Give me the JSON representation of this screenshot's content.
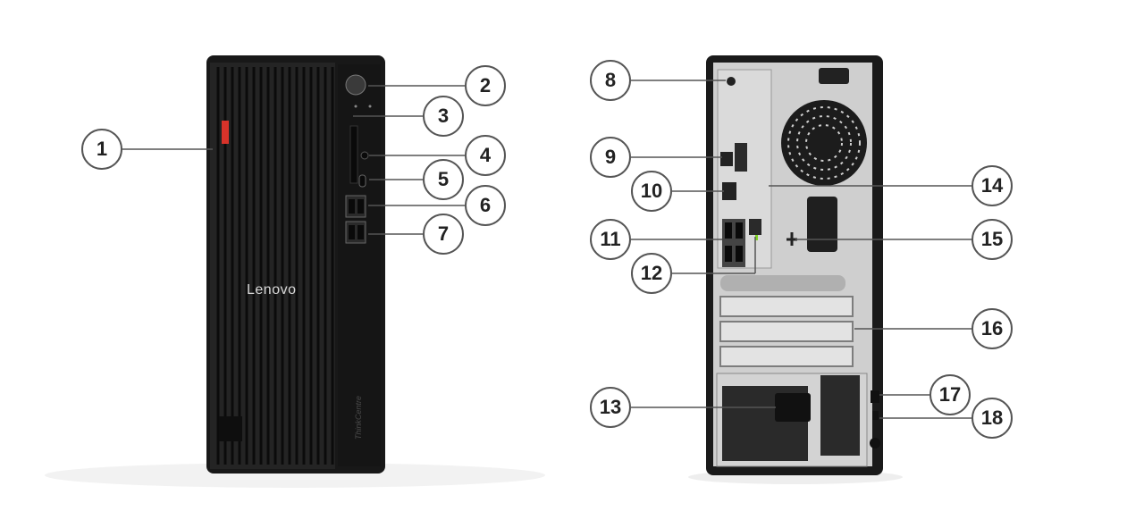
{
  "product": {
    "brand_logo": "Lenovo",
    "series_logo": "ThinkCentre"
  },
  "callouts": [
    "1",
    "2",
    "3",
    "4",
    "5",
    "6",
    "7",
    "8",
    "9",
    "10",
    "11",
    "12",
    "13",
    "14",
    "15",
    "16",
    "17",
    "18"
  ],
  "colors": {
    "chassis": "#1c1c1c",
    "panel": "#d9d9d9",
    "callout_border": "#555555",
    "accent_red": "#d8332a"
  }
}
